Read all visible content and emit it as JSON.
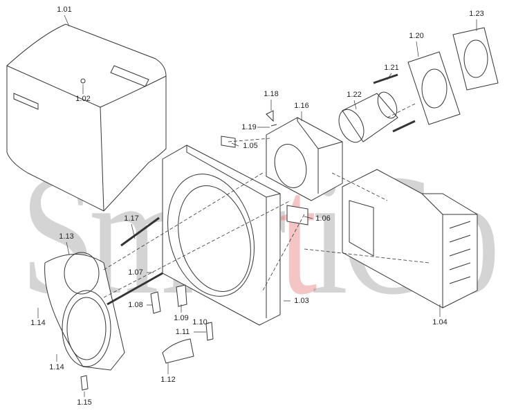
{
  "watermark": {
    "text_a": "Smar",
    "text_b": "t",
    "text_c": "iGo"
  },
  "colors": {
    "line": "#333333",
    "watermark": "#9a9a9a",
    "watermark_accent": "#e08080"
  },
  "labels": {
    "p101": "1.01",
    "p102": "1.02",
    "p103": "1.03",
    "p104": "1.04",
    "p105": "1.05",
    "p106": "1.06",
    "p107": "1.07",
    "p108": "1.08",
    "p109": "1.09",
    "p110": "1.10",
    "p111": "1.11",
    "p112": "1.12",
    "p113": "1.13",
    "p114a": "1.14",
    "p114b": "1.14",
    "p115": "1.15",
    "p116": "1.16",
    "p117": "1.17",
    "p118": "1.18",
    "p119": "1.19",
    "p120": "1.20",
    "p121": "1.21",
    "p122": "1.22",
    "p123": "1.23"
  }
}
